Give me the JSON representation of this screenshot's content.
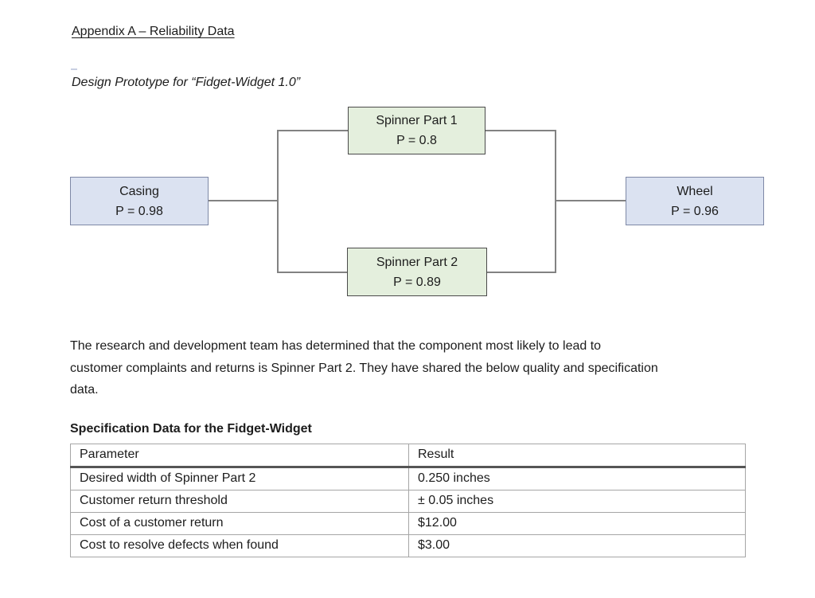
{
  "doc": {
    "title": "Appendix A – Reliability Data",
    "subtitle": "Design Prototype for “Fidget-Widget 1.0”",
    "paragraph_lines": [
      "The research and development team has determined that the component most likely to lead to",
      "customer complaints and returns is Spinner Part 2. They have shared the below quality and specification",
      "data."
    ]
  },
  "diagram": {
    "type": "reliability-block-diagram",
    "structure": "Casing in series with parallel pair (Spinner Part 1, Spinner Part 2) in series with Wheel",
    "connector_color": "#828282",
    "boxes": [
      {
        "label": "Casing",
        "p": "P = 0.98",
        "fill": "#dbe2f1",
        "border": "#7e88a6"
      },
      {
        "label": "Spinner Part 1",
        "p": "P = 0.8",
        "fill": "#e4efdd",
        "border": "#4a4a4a"
      },
      {
        "label": "Spinner Part 2",
        "p": "P = 0.89",
        "fill": "#e4efdd",
        "border": "#4a4a4a"
      },
      {
        "label": "Wheel",
        "p": "P = 0.96",
        "fill": "#dbe2f1",
        "border": "#7e88a6"
      }
    ]
  },
  "table": {
    "title": "Specification Data for the Fidget-Widget",
    "columns": [
      "Parameter",
      "Result"
    ],
    "rows": [
      [
        "Desired width of Spinner Part 2",
        "0.250 inches"
      ],
      [
        "Customer return threshold",
        "± 0.05 inches"
      ],
      [
        "Cost of a customer return",
        "$12.00"
      ],
      [
        "Cost to resolve defects when found",
        "$3.00"
      ]
    ]
  }
}
